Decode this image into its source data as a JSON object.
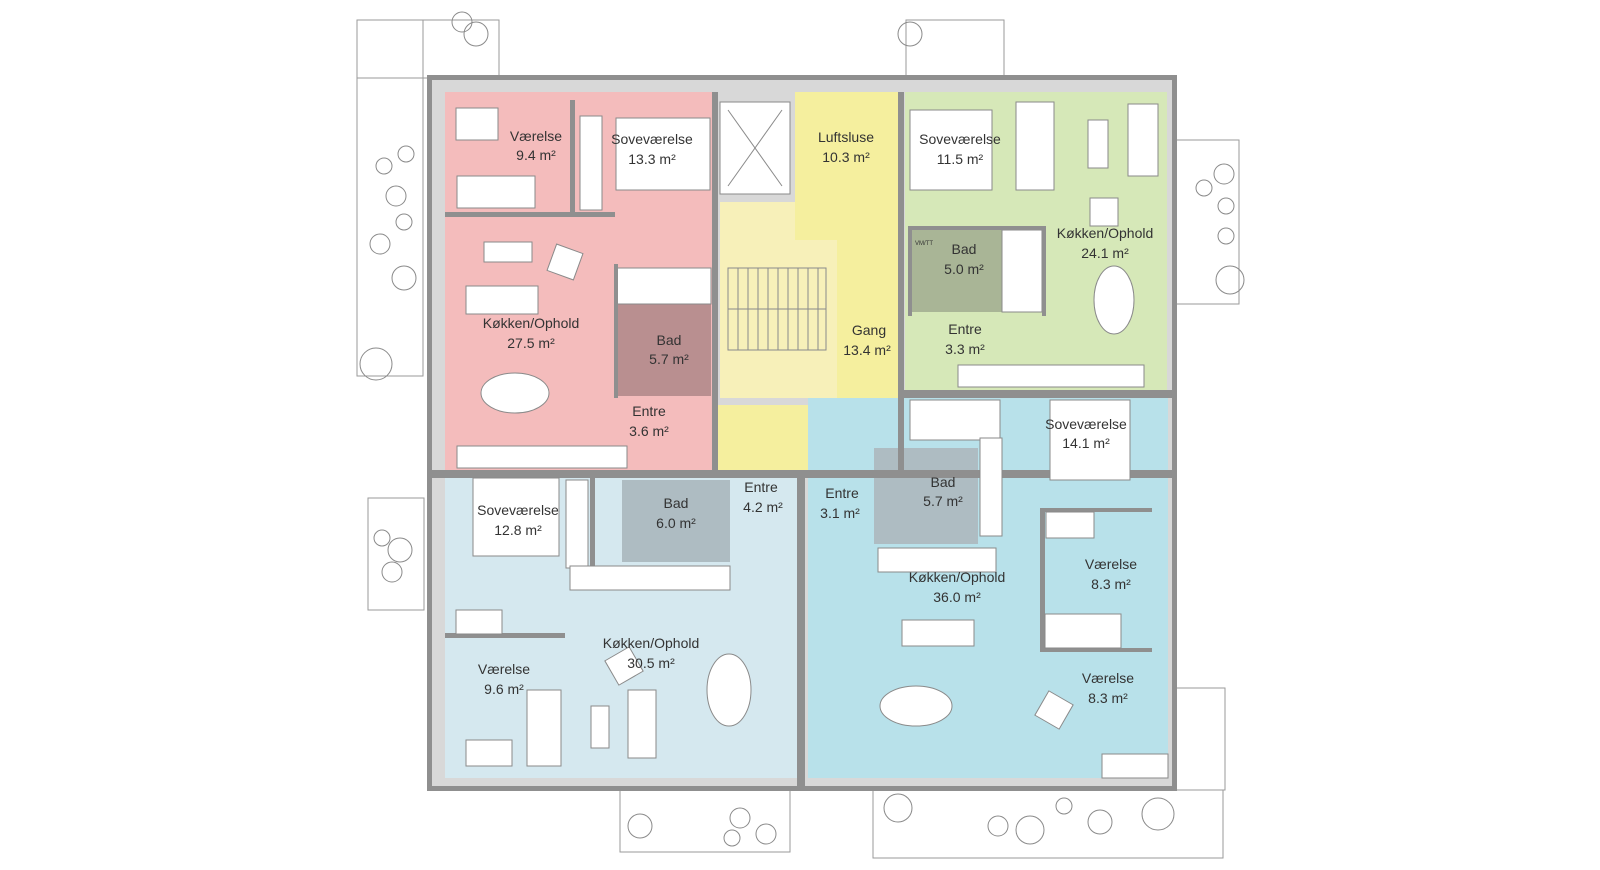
{
  "rooms": {
    "r1_vaerelse": {
      "name": "Værelse",
      "area": "9.4 m²"
    },
    "r1_sovevaerelse": {
      "name": "Soveværelse",
      "area": "13.3 m²"
    },
    "r1_kokken": {
      "name": "Køkken/Ophold",
      "area": "27.5 m²"
    },
    "r1_bad": {
      "name": "Bad",
      "area": "5.7 m²"
    },
    "r1_entre": {
      "name": "Entre",
      "area": "3.6 m²"
    },
    "luftsluse": {
      "name": "Luftsluse",
      "area": "10.3 m²"
    },
    "gang": {
      "name": "Gang",
      "area": "13.4 m²"
    },
    "r2_sovevaerelse": {
      "name": "Soveværelse",
      "area": "11.5 m²"
    },
    "r2_bad": {
      "name": "Bad",
      "area": "5.0 m²"
    },
    "r2_kokken": {
      "name": "Køkken/Ophold",
      "area": "24.1 m²"
    },
    "r2_entre": {
      "name": "Entre",
      "area": "3.3 m²"
    },
    "r3_sovevaerelse": {
      "name": "Soveværelse",
      "area": "12.8 m²"
    },
    "r3_bad": {
      "name": "Bad",
      "area": "6.0 m²"
    },
    "r3_entre": {
      "name": "Entre",
      "area": "4.2 m²"
    },
    "r3_vaerelse": {
      "name": "Værelse",
      "area": "9.6 m²"
    },
    "r3_kokken": {
      "name": "Køkken/Ophold",
      "area": "30.5 m²"
    },
    "r4_entre": {
      "name": "Entre",
      "area": "3.1 m²"
    },
    "r4_bad": {
      "name": "Bad",
      "area": "5.7 m²"
    },
    "r4_sovevaerelse": {
      "name": "Soveværelse",
      "area": "14.1 m²"
    },
    "r4_vaerelse_a": {
      "name": "Værelse",
      "area": "8.3 m²"
    },
    "r4_kokken": {
      "name": "Køkken/Ophold",
      "area": "36.0 m²"
    },
    "r4_vaerelse_b": {
      "name": "Værelse",
      "area": "8.3 m²"
    }
  },
  "fixture_labels": {
    "r2_vmtt": "VM/TT"
  },
  "colors": {
    "unit_red": "#f4bcbc",
    "unit_red_bath": "#b98f90",
    "stair_core": "#f7f0b9",
    "corridor_yellow": "#f5ef9e",
    "unit_green": "#d6e8b8",
    "unit_green_bath": "#a9b596",
    "unit_lightblue": "#d5e8ef",
    "unit_blue": "#b8e1ea",
    "bath_grey": "#aebcc2",
    "wall": "#8f8f8f"
  }
}
